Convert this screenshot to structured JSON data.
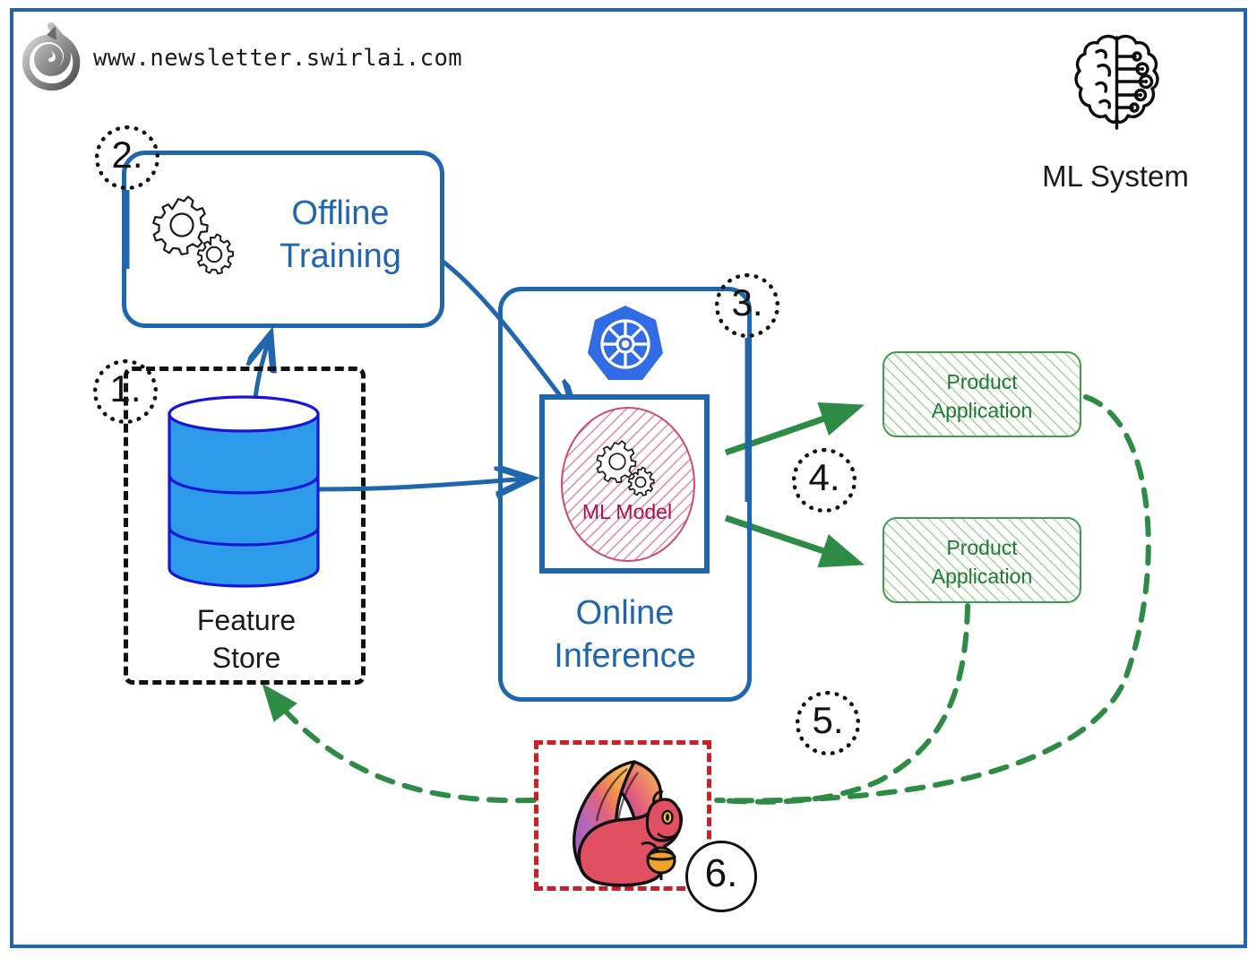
{
  "meta": {
    "title": "ML System architecture diagram",
    "frame_color": "#1f66ac",
    "background": "#ffffff"
  },
  "header": {
    "logo_icon": "swirl-spiral-logo",
    "url": "www.newsletter.swirlai.com"
  },
  "ml_system": {
    "icon": "brain-circuit-icon",
    "label": "ML System"
  },
  "nodes": {
    "feature_store": {
      "label_line1": "Feature",
      "label_line2": "Store",
      "icon": "database-cylinder-icon",
      "marker": "1.",
      "border_style": "dashed",
      "border_color": "#111111",
      "cylinder_color": "#2e9bea"
    },
    "offline_training": {
      "label_line1": "Offline",
      "label_line2": "Training",
      "icon": "gears-icon",
      "marker": "2.",
      "border_color": "#1f66ac",
      "text_color": "#1f66ac"
    },
    "online_inference": {
      "label_line1": "Online",
      "label_line2": "Inference",
      "marker": "3.",
      "border_color": "#1f66ac",
      "text_color": "#1f66ac",
      "platform_icon": "kubernetes-logo",
      "model": {
        "label": "ML Model",
        "icon": "gears-icon",
        "text_color": "#b01050",
        "hatch_color": "#d8476f",
        "frame_color": "#1f66ac"
      }
    },
    "product_applications": [
      {
        "label_line1": "Product",
        "label_line2": "Application",
        "border_color": "#3f9e4d",
        "text_color": "#1f7a34"
      },
      {
        "label_line1": "Product",
        "label_line2": "Application",
        "border_color": "#3f9e4d",
        "text_color": "#1f7a34"
      }
    ],
    "stream_processor": {
      "icon": "apache-flink-squirrel-logo",
      "marker": "6.",
      "border_style": "dashed",
      "border_color": "#cb2027"
    }
  },
  "markers": {
    "m1": "1.",
    "m2": "2.",
    "m3": "3.",
    "m4": "4.",
    "m5": "5.",
    "m6": "6."
  },
  "connectors": {
    "feature_store_to_offline_training": {
      "style": "solid",
      "color": "#1f66ac"
    },
    "feature_store_to_online_inference": {
      "style": "solid",
      "color": "#1f66ac"
    },
    "offline_training_to_model": {
      "style": "solid",
      "color": "#1f66ac"
    },
    "inference_to_product_apps": {
      "style": "solid",
      "color": "#2e8b45",
      "count": 2
    },
    "product_apps_to_stream_processor": {
      "style": "dashed",
      "color": "#2e8b45"
    },
    "stream_processor_to_feature_store": {
      "style": "dashed",
      "color": "#2e8b45"
    }
  }
}
